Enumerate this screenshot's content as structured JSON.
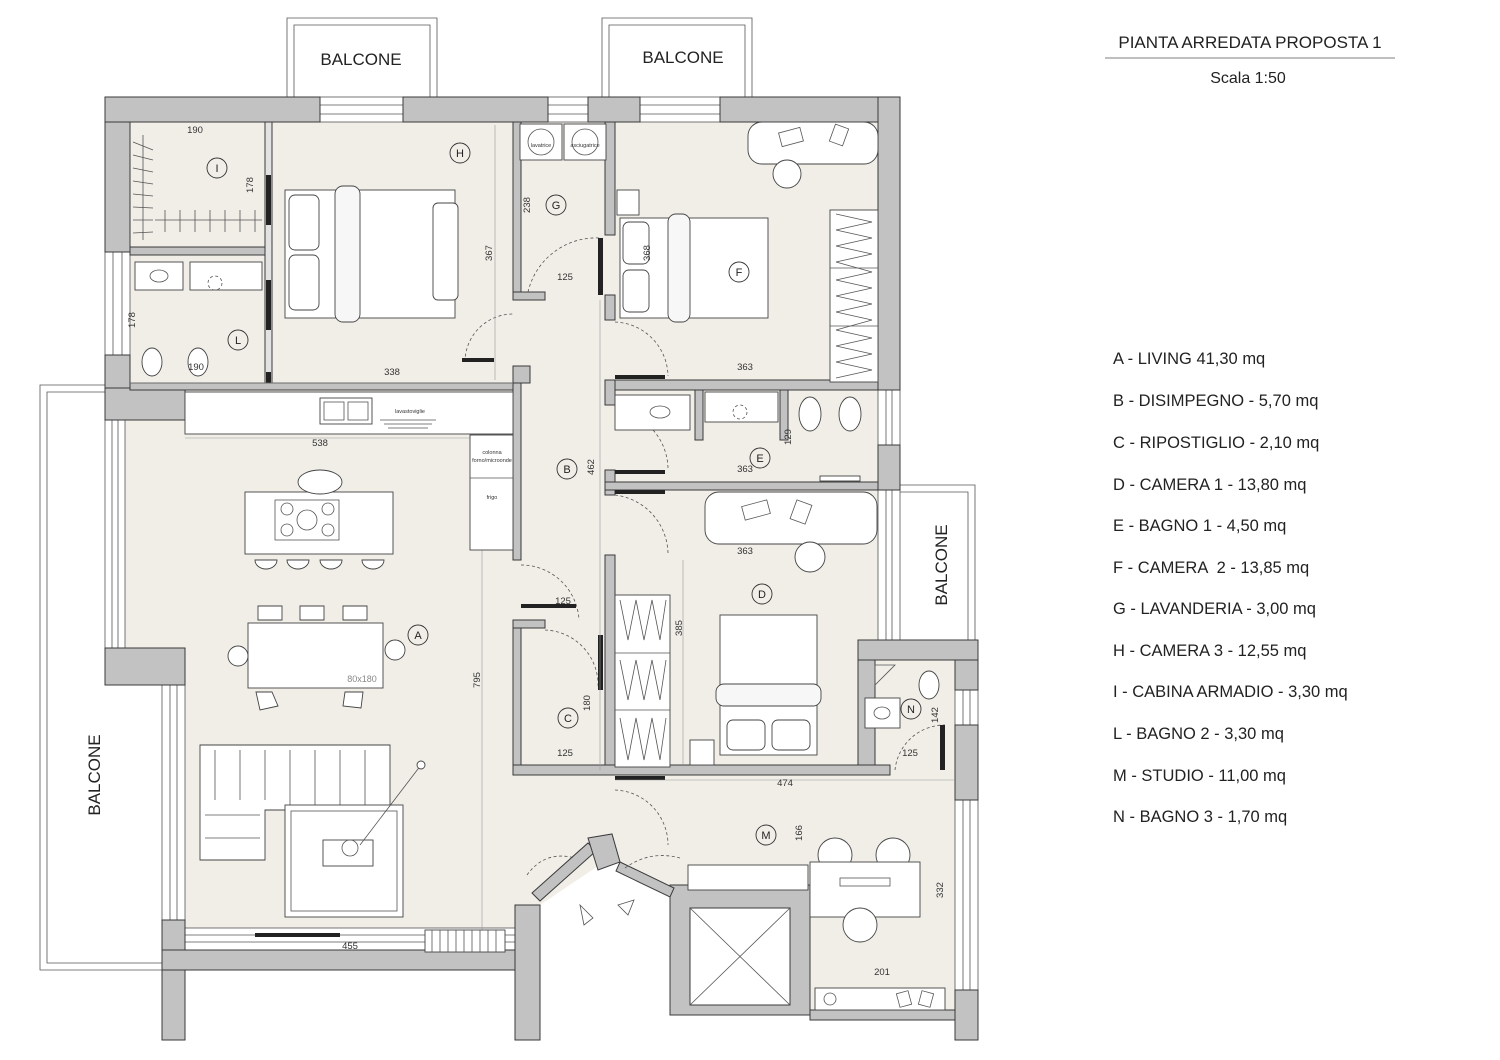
{
  "header": {
    "title": "PIANTA ARREDATA PROPOSTA 1",
    "scale": "Scala 1:50"
  },
  "balconies": {
    "top_left": "BALCONE",
    "top_center": "BALCONE",
    "right": "BALCONE",
    "left": "BALCONE"
  },
  "legend": [
    "A - LIVING 41,30 mq",
    "B - DISIMPEGNO - 5,70 mq",
    "C - RIPOSTIGLIO - 2,10 mq",
    "D - CAMERA 1 - 13,80 mq",
    "E - BAGNO 1 - 4,50 mq",
    "F - CAMERA  2 - 13,85 mq",
    "G - LAVANDERIA - 3,00 mq",
    "H - CAMERA 3 - 12,55 mq",
    "I - CABINA ARMADIO - 3,30 mq",
    "L - BAGNO 2 - 3,30 mq",
    "M - STUDIO - 11,00 mq",
    "N - BAGNO 3 - 1,70 mq"
  ],
  "rooms": [
    "A",
    "B",
    "C",
    "D",
    "E",
    "F",
    "G",
    "H",
    "I",
    "L",
    "M",
    "N"
  ],
  "dimensions": [
    "190",
    "178",
    "367",
    "238",
    "125",
    "368",
    "178",
    "190",
    "338",
    "363",
    "538",
    "462",
    "129",
    "363",
    "363",
    "125",
    "385",
    "795",
    "180",
    "125",
    "142",
    "125",
    "474",
    "166",
    "332",
    "201",
    "455"
  ],
  "fixtures": {
    "washer": "lavatrice",
    "dryer": "asciugatrice",
    "dishwasher": "lavastoviglie",
    "oven_column_line1": "colonna",
    "oven_column_line2": "forno/microonde",
    "fridge": "frigo",
    "table_size": "80x180"
  },
  "colors": {
    "wall": "#c2c2c2",
    "floor": "#f1eee8",
    "line": "#3a3a3a"
  }
}
